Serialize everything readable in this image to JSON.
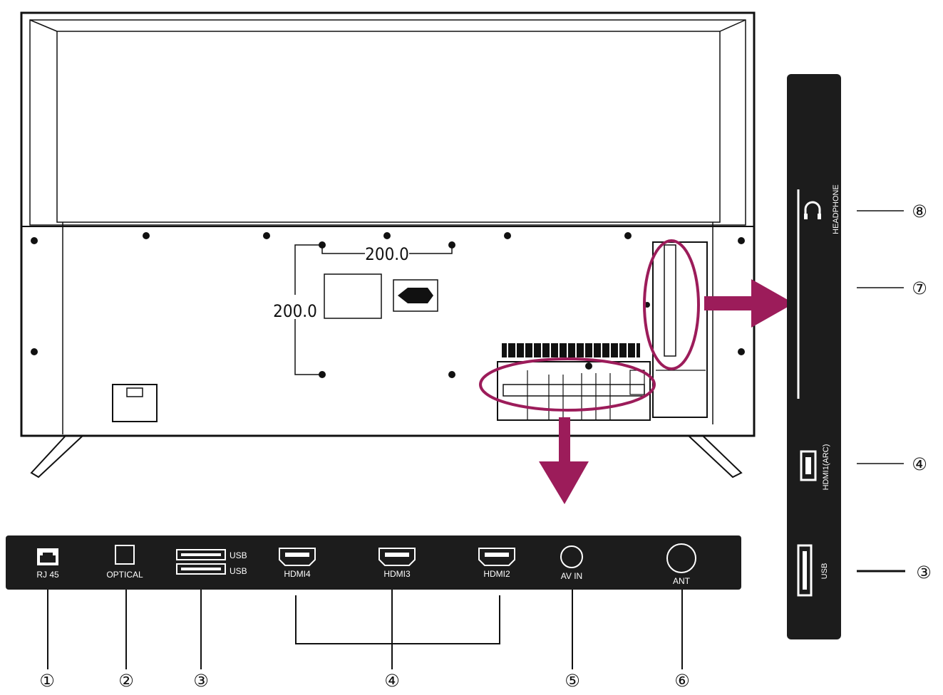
{
  "dimensions": {
    "horizontal": "200.0",
    "vertical": "200.0"
  },
  "bottom_panel": {
    "ports": [
      {
        "label": "RJ 45",
        "number": "①"
      },
      {
        "label": "OPTICAL",
        "number": "②"
      },
      {
        "label": "USB",
        "number": "③"
      },
      {
        "label": "HDMI4",
        "number": "④"
      },
      {
        "label": "HDMI3"
      },
      {
        "label": "HDMI2"
      },
      {
        "label": "AV IN",
        "number": "⑤"
      },
      {
        "label": "ANT",
        "number": "⑥"
      }
    ],
    "usb_lower_label": "USB"
  },
  "side_panel": {
    "headphone_label": "HEADPHONE",
    "hdmi_label": "HDMI1(ARC)",
    "usb_label": "USB",
    "callouts": [
      "⑧",
      "⑦",
      "④",
      "③"
    ]
  },
  "colors": {
    "highlight": "#9c1c5a",
    "panel": "#1c1c1c",
    "line": "#111111"
  }
}
